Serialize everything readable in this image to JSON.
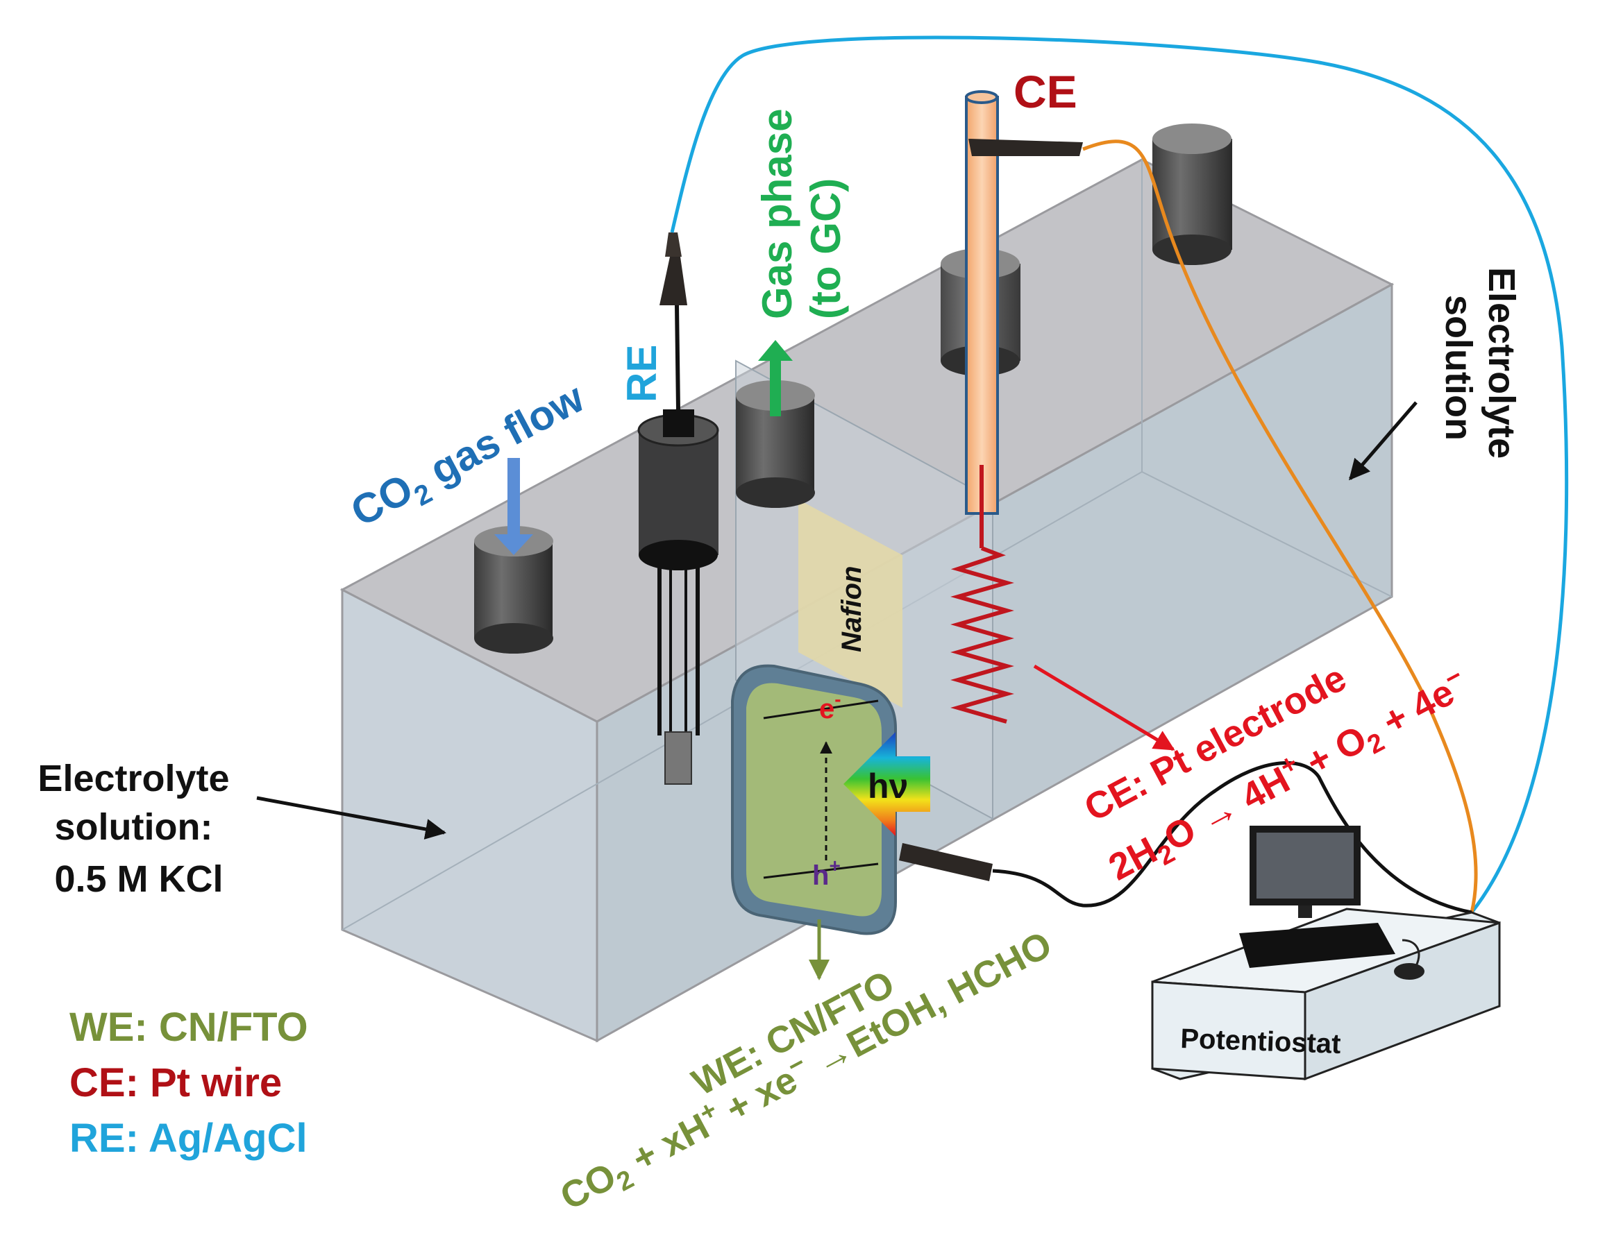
{
  "labels": {
    "co2_gas_flow_prefix": "CO",
    "co2_gas_flow_sub": "2",
    "co2_gas_flow_suffix": " gas flow",
    "re_top": "RE",
    "gas_phase_line1": "Gas phase",
    "gas_phase_line2": "(to GC)",
    "ce_top": "CE",
    "nafion": "Nafion",
    "electrolyte_right_line1": "Electrolyte",
    "electrolyte_right_line2": "solution",
    "electrolyte_left_line1": "Electrolyte",
    "electrolyte_left_line2": "solution:",
    "electrolyte_left_line3": "0.5 M KCl",
    "electron": "e",
    "electron_sup": "-",
    "hole": "h",
    "hole_sup": "+",
    "photon": "hν",
    "ce_pt_electrode": "CE: Pt electrode",
    "ce_reaction_a": "2H",
    "ce_reaction_a_sub": "2",
    "ce_reaction_b": "O → 4H",
    "ce_reaction_b_sup": "+",
    "ce_reaction_c": " + O",
    "ce_reaction_c_sub": "2",
    "ce_reaction_d": " + 4e",
    "ce_reaction_d_sup": "−",
    "we_cn_fto": "WE: CN/FTO",
    "we_reaction_a": "CO",
    "we_reaction_a_sub": "2",
    "we_reaction_b": " + xH",
    "we_reaction_b_sup": "+",
    "we_reaction_c": " + xe",
    "we_reaction_c_sup": "−",
    "we_reaction_d": " →EtOH, HCHO",
    "potentiostat": "Potentiostat"
  },
  "legend": {
    "we": "WE: CN/FTO",
    "ce": "CE: Pt wire",
    "re": "RE: Ag/AgCl"
  },
  "colors": {
    "we": "#77913a",
    "ce": "#b01016",
    "re": "#20a4db",
    "co2": "#1f6fb5",
    "gas": "#1fae52",
    "ce_reaction": "#e3141f",
    "re_wire": "#1aa7e0",
    "ce_wire": "#e8891e",
    "we_wire": "#111111"
  }
}
